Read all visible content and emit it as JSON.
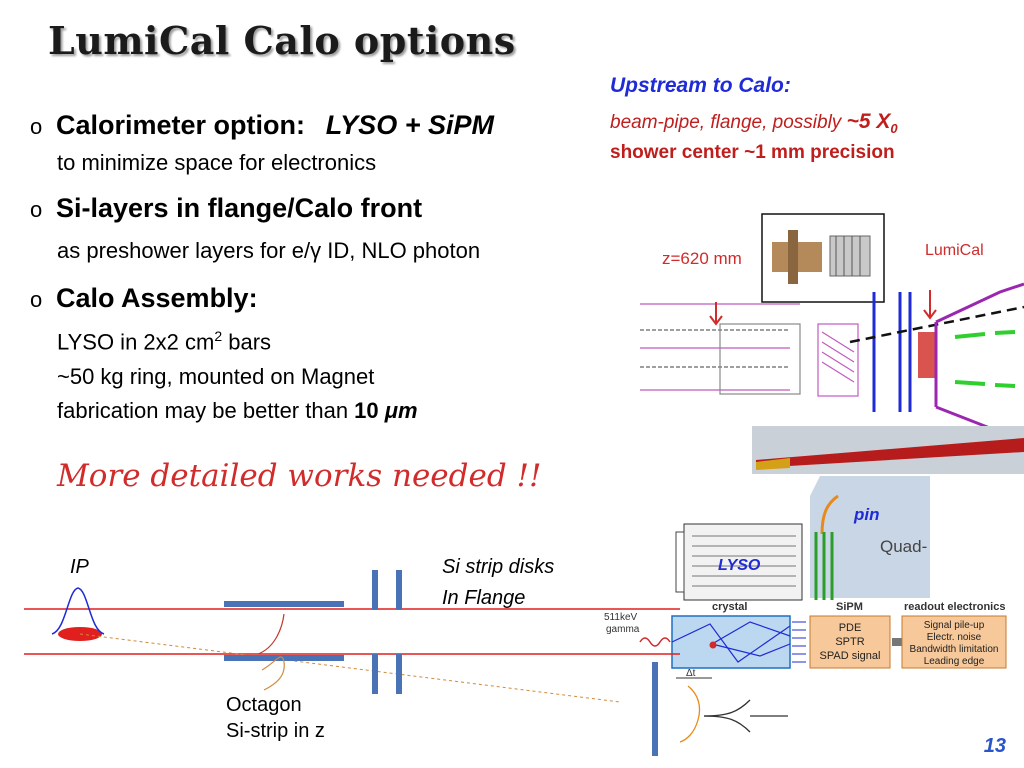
{
  "title": "LumiCal Calo options",
  "bullets": {
    "b1": {
      "head": "Calorimeter option:",
      "head_em": "LYSO + SiPM",
      "sub": "to minimize space for electronics"
    },
    "b2": {
      "head": "Si-layers in flange/Calo front",
      "sub": "as preshower layers for e/γ ID, NLO photon"
    },
    "b3": {
      "head": "Calo Assembly:",
      "sub1_pre": "LYSO in 2x2 cm",
      "sub1_sup": "2",
      "sub1_post": " bars",
      "sub2": "~50 kg ring, mounted on Magnet",
      "sub3_pre": "fabrication may be better than ",
      "sub3_val": "10",
      "sub3_unit": "μm"
    }
  },
  "note": "More detailed works needed !!",
  "upstream": {
    "heading": "Upstream to Calo:",
    "line1_pre": "beam-pipe, flange,  possibly ",
    "line1_val": "~5 X",
    "line1_sub": "0",
    "line2": "shower center  ~1 mm precision"
  },
  "engineering": {
    "z_label": "z=620 mm",
    "lumical_label": "LumiCal"
  },
  "schematic": {
    "ip": "IP",
    "si_strip_1": "Si strip disks",
    "si_strip_2": "In Flange",
    "octagon_1": "Octagon",
    "octagon_2": "Si-strip in z"
  },
  "readout": {
    "pin": "pin",
    "quad": "Quad-",
    "lyso": "LYSO",
    "crystal": "crystal",
    "sipm": "SiPM",
    "readout_electronics": "readout electronics",
    "gamma_energy": "511keV",
    "gamma": "gamma",
    "sipm_box": [
      "PDE",
      "SPTR",
      "SPAD signal"
    ],
    "elec_box": [
      "Signal pile-up",
      "Electr. noise",
      "Bandwidth limitation",
      "Leading edge"
    ],
    "delta_t": "Δt"
  },
  "page_number": "13",
  "colors": {
    "red": "#d12b2b",
    "blue": "#1f2bd6",
    "beamline": "#e21f1f",
    "detector": "#4a73b5"
  }
}
